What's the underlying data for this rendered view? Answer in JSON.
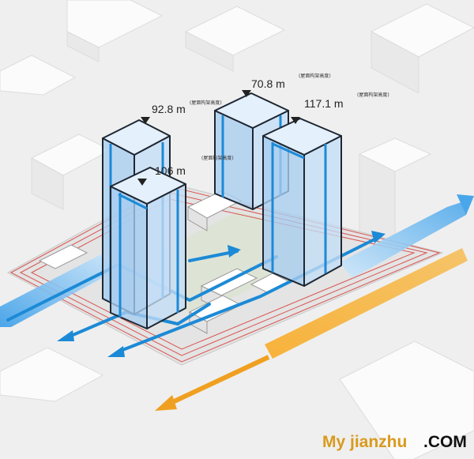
{
  "towers": [
    {
      "height": "92.8 m",
      "note": "(屋面构架高度)"
    },
    {
      "height": "70.8 m",
      "note": "(屋面构架高度)"
    },
    {
      "height": "106 m",
      "note": "(屋面构架高度)"
    },
    {
      "height": "117.1 m",
      "note": "(屋面构架高度)"
    }
  ],
  "watermark": {
    "brand": "My jianzhu",
    "suffix": ".COM"
  },
  "colors": {
    "background": "#efefef",
    "glass": "#a8cdf0",
    "route_blue": "#1c8ad6",
    "road_orange": "#f0a020",
    "site_red": "#d9534f"
  }
}
